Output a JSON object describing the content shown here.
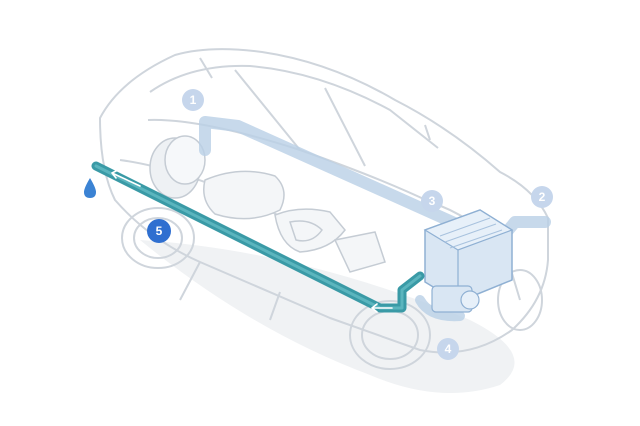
{
  "callouts": [
    {
      "label": "1",
      "active": false
    },
    {
      "label": "2",
      "active": false
    },
    {
      "label": "3",
      "active": false
    },
    {
      "label": "4",
      "active": false
    },
    {
      "label": "5",
      "active": true
    }
  ],
  "icons": {
    "water_drop": "water-drop-icon"
  },
  "colors": {
    "outline": "#cfd5dc",
    "component": "#b9cfe6",
    "component_fill": "#d9e6f3",
    "exhaust_pipe": "#3a9aa6",
    "exhaust_flow_arrow": "#ffffff",
    "callout_inactive": "#c6d6ec",
    "callout_active": "#2f6fd0",
    "water_drop": "#3b83d4"
  }
}
